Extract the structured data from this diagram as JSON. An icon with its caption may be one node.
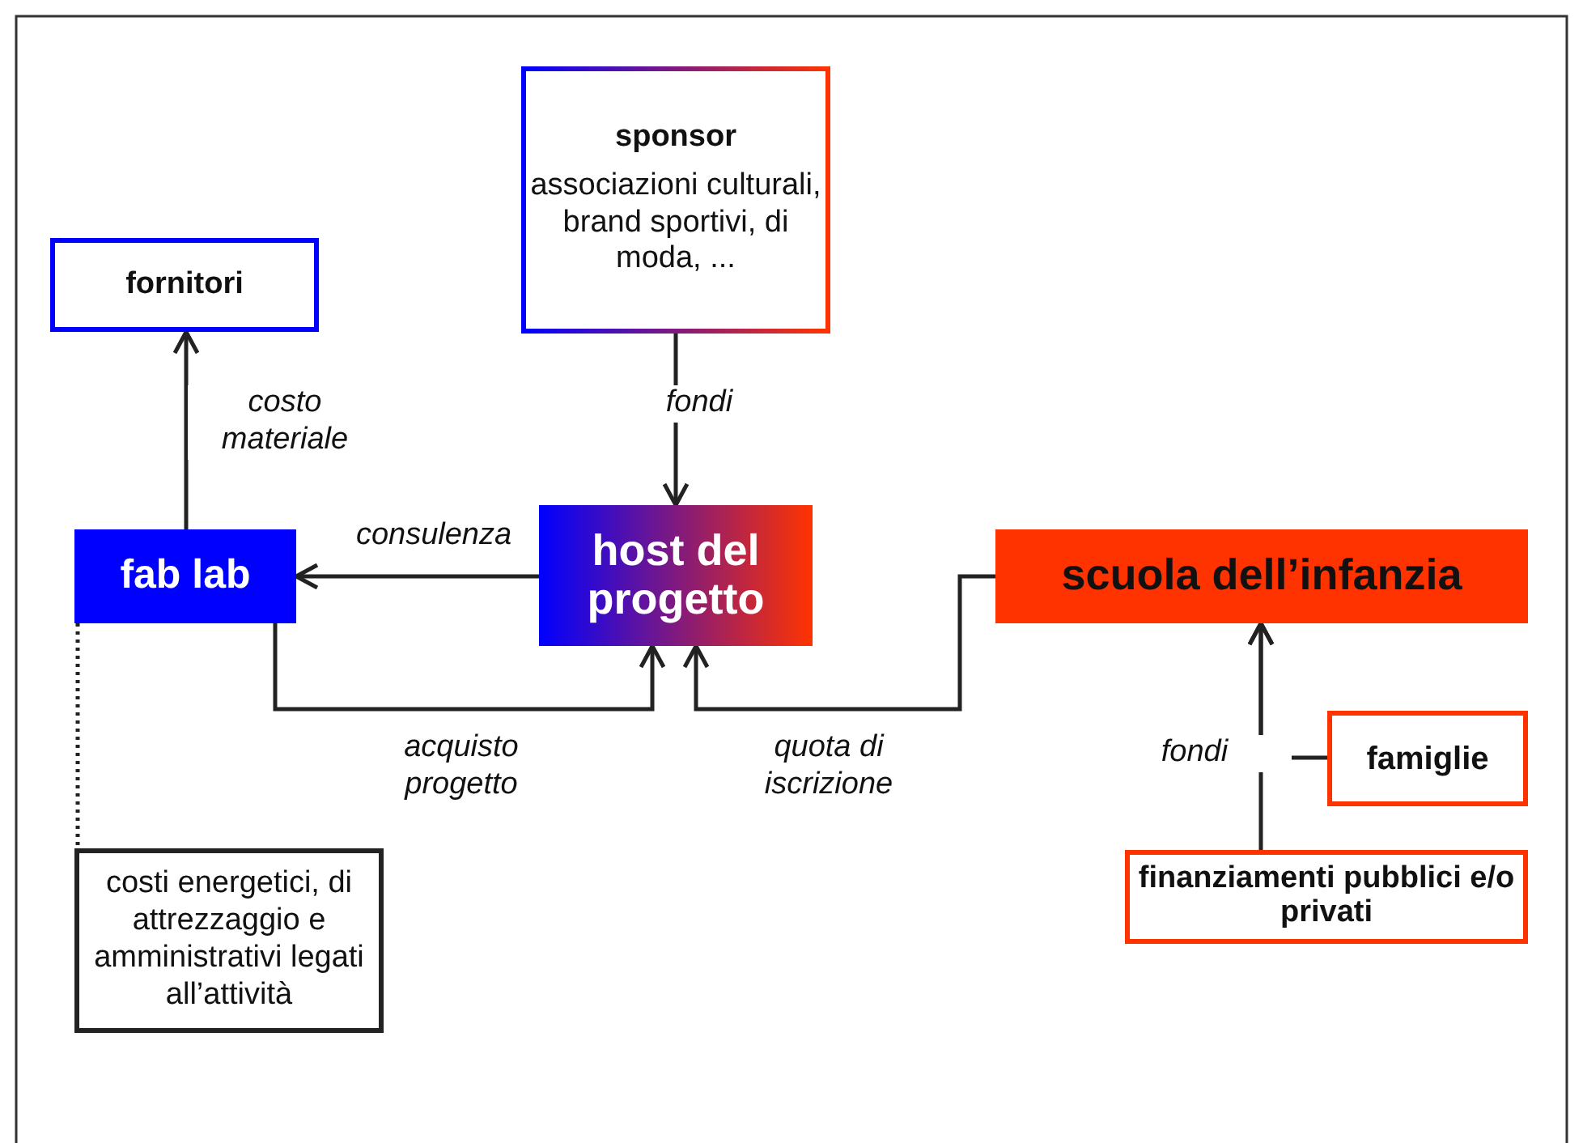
{
  "diagram": {
    "nodes": [
      {
        "text": [
          "sponsor",
          "associazioni culturali, brand sportivi, di moda, ..."
        ]
      },
      {
        "text": [
          "fornitori"
        ]
      },
      {
        "text": [
          "fab lab"
        ]
      },
      {
        "text": [
          "host del progetto"
        ]
      },
      {
        "text": [
          "scuola dell’infanzia"
        ]
      },
      {
        "text": [
          "famiglie"
        ]
      },
      {
        "text": [
          "finanziamenti pubblici e/o privati"
        ]
      },
      {
        "text": [
          "costi energetici, di attrezzaggio e amministrativi legati all’attività"
        ]
      }
    ],
    "edges": [
      {
        "from": 0,
        "to": 3,
        "arrow": "to",
        "label": "fondi"
      },
      {
        "from": 2,
        "to": 1,
        "arrow": "to",
        "label": "costo materiale"
      },
      {
        "from": 3,
        "to": 2,
        "arrow": "to",
        "label": "consulenza"
      },
      {
        "from": 2,
        "to": 3,
        "arrow": "to",
        "label": "acquisto progetto"
      },
      {
        "from": 4,
        "to": 3,
        "arrow": "to",
        "label": "quota di iscrizione"
      },
      {
        "from": 5,
        "to": 4,
        "arrow": "to"
      },
      {
        "from": 6,
        "to": 4,
        "arrow": "to",
        "label": "fondi"
      },
      {
        "from": 2,
        "to": 7,
        "arrow": "none",
        "style": "dashed"
      }
    ]
  }
}
